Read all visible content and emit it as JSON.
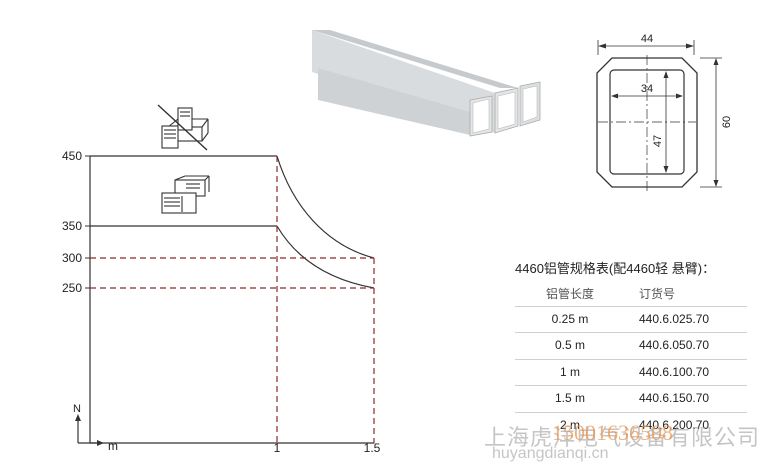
{
  "chart": {
    "y_ticks": [
      "450",
      "350",
      "300",
      "250"
    ],
    "x_ticks": [
      "1",
      "1.5"
    ],
    "x_unit": "m",
    "y_unit": "N"
  },
  "profile": {
    "outer_width": "44",
    "inner_width": "34",
    "outer_height": "60",
    "inner_height": "47"
  },
  "spec_table": {
    "title": "4460铝管规格表(配4460轻   悬臂)：",
    "headers": {
      "length": "铝管长度",
      "order_no": "订货号"
    },
    "rows": [
      {
        "length": "0.25 m",
        "order_no": "440.6.025.70"
      },
      {
        "length": "0.5 m",
        "order_no": "440.6.050.70"
      },
      {
        "length": "1 m",
        "order_no": "440.6.100.70"
      },
      {
        "length": "1.5 m",
        "order_no": "440.6.150.70"
      },
      {
        "length": "2 m",
        "order_no": "440.6.200.70"
      }
    ]
  },
  "watermark": {
    "line1": "上海虎洋电气设备有限公司",
    "phone": "15001636508",
    "line2": "huyangdianqi.cn"
  },
  "colors": {
    "solid_line": "#333333",
    "dashed_line": "#8b2a2a",
    "tube_fill": "#d9dcdf"
  }
}
